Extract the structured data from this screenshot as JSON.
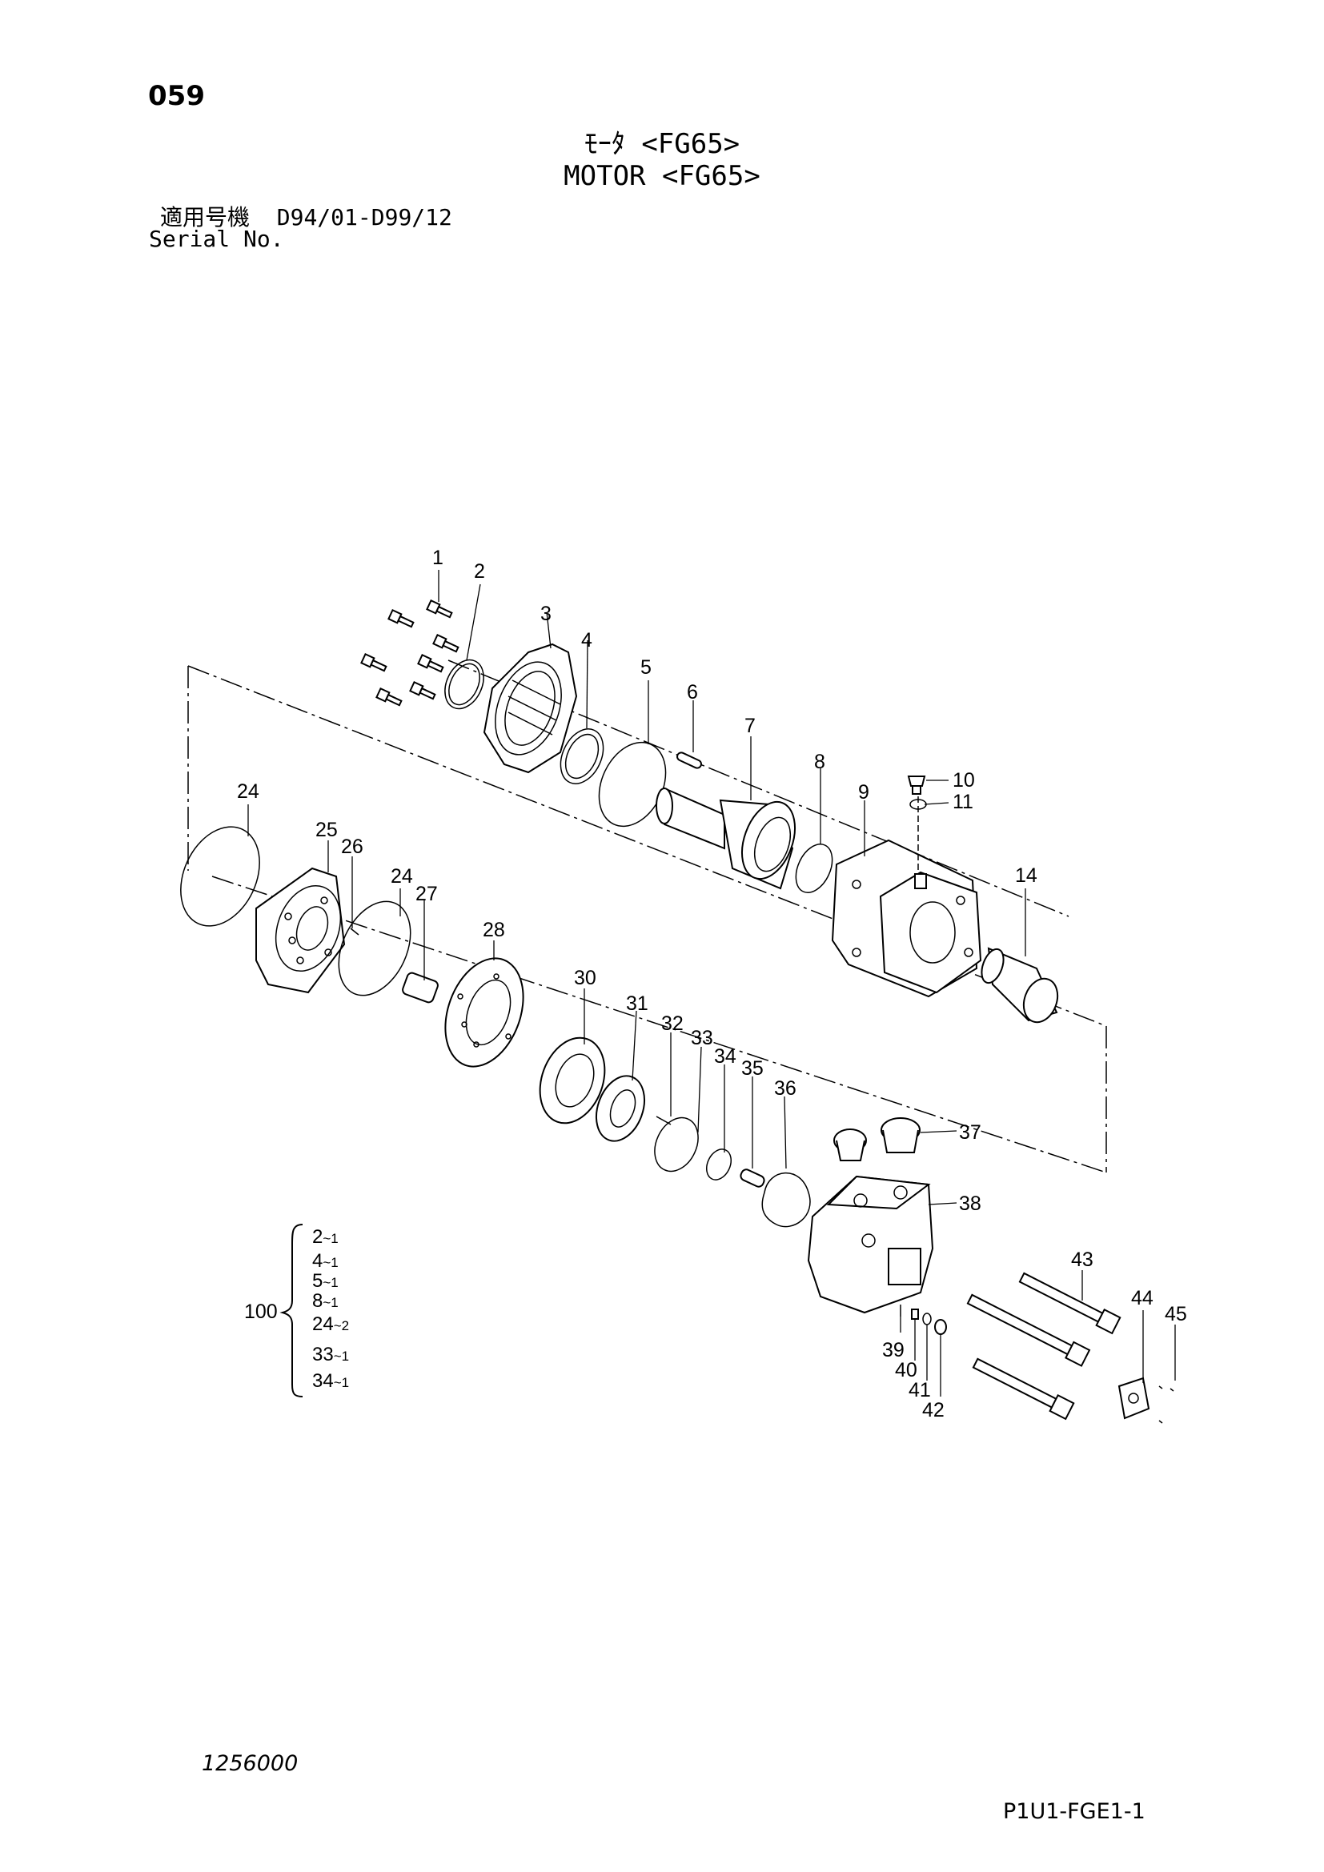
{
  "header": {
    "page_no": "059",
    "title_jp": "ﾓｰﾀ <FG65>",
    "title_en": "MOTOR <FG65>",
    "serial_label_jp": "適用号機",
    "serial_range": "D94/01-D99/12",
    "serial_label_en": "Serial No."
  },
  "callouts": [
    "1",
    "2",
    "3",
    "4",
    "5",
    "6",
    "7",
    "8",
    "9",
    "10",
    "11",
    "14",
    "24",
    "25",
    "26",
    "24",
    "27",
    "28",
    "30",
    "31",
    "32",
    "33",
    "34",
    "35",
    "36",
    "37",
    "38",
    "43",
    "44",
    "45",
    "39",
    "40",
    "41",
    "42"
  ],
  "kit": {
    "label": "100",
    "items": [
      {
        "part": "2",
        "qty": "1"
      },
      {
        "part": "4",
        "qty": "1"
      },
      {
        "part": "5",
        "qty": "1"
      },
      {
        "part": "8",
        "qty": "1"
      },
      {
        "part": "24",
        "qty": "2"
      },
      {
        "part": "33",
        "qty": "1"
      },
      {
        "part": "34",
        "qty": "1"
      }
    ]
  },
  "footer": {
    "drawing_no": "1256000",
    "page_code": "P1U1-FGE1-1"
  }
}
